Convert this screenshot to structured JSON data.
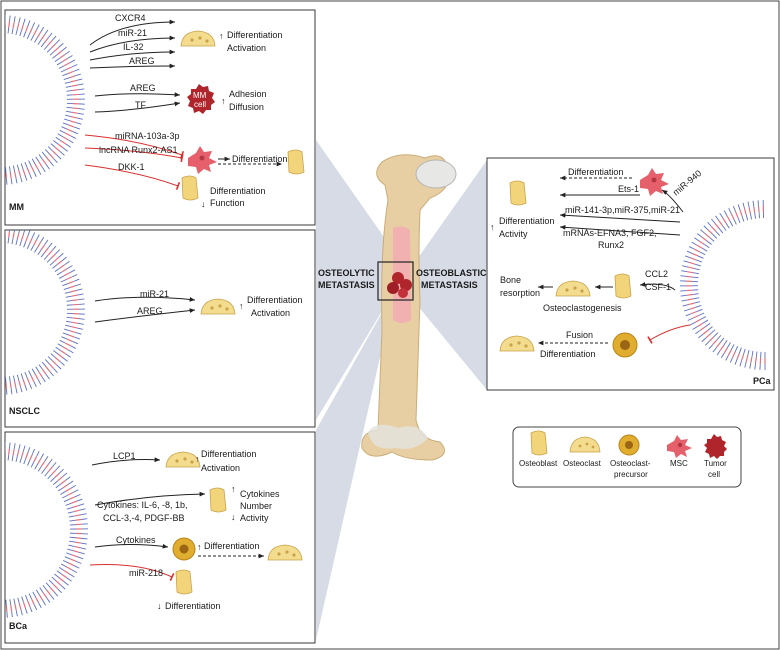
{
  "panels": {
    "mm": {
      "title": "MM",
      "group1": [
        "CXCR4",
        "miR-21",
        "IL-32",
        "AREG"
      ],
      "group1_effect": [
        "Differentiation",
        "Activation"
      ],
      "group2": [
        "AREG",
        "TF"
      ],
      "group2_effect": [
        "Adhesion",
        "Diffusion"
      ],
      "mm_cell_label": [
        "MM",
        "cell"
      ],
      "inhib": [
        "miRNA-103a-3p",
        "lncRNA Runx2-AS1"
      ],
      "msc_effect": "Differentiation",
      "dkk": "DKK-1",
      "dkk_effect": [
        "Differentiation",
        "Function"
      ]
    },
    "nsclc": {
      "title": "NSCLC",
      "factors": [
        "miR-21",
        "AREG"
      ],
      "effect": [
        "Differentiation",
        "Activation"
      ]
    },
    "bca": {
      "title": "BCa",
      "lcp1": "LCP1",
      "lcp1_effect": [
        "Differentiation",
        "Activation"
      ],
      "cytokines_list": [
        "Cytokines: IL-6, -8, 1b,",
        "CCL-3,-4, PDGF-BB"
      ],
      "cytokines_effect": [
        "Cytokines",
        "Number",
        "Activity"
      ],
      "cytokines": "Cytokines",
      "precursor_effect": "Differentiation",
      "mir218": "miR-218",
      "mir218_effect": "Differentiation"
    },
    "pca": {
      "title": "PCa",
      "differentiation": "Differentiation",
      "mir940": "miR-940",
      "ets1": "Ets-1",
      "mir_list": "miR-141-3p,miR-375,miR-21",
      "mrna_list": [
        "mRNAs-EFNA3, FGF2,",
        "Runx2"
      ],
      "ob_effect": [
        "Differentiation",
        "Activity"
      ],
      "ccl2": "CCL2",
      "csf1": "CSF-1",
      "bone_resorption": [
        "Bone",
        "resorption"
      ],
      "osteoclastogenesis": "Osteoclastogenesis",
      "fusion": "Fusion",
      "fusion_diff": "Differentiation"
    }
  },
  "center": {
    "osteolytic": [
      "OSTEOLYTIC",
      "METASTASIS"
    ],
    "osteoblastic": [
      "OSTEOBLASTIC",
      "METASTASIS"
    ]
  },
  "legend": {
    "items": [
      "Osteoblast",
      "Osteoclast",
      [
        "Osteoclast-",
        "precursor"
      ],
      "MSC",
      [
        "Tumor",
        "cell"
      ]
    ]
  },
  "colors": {
    "membrane_blue": "#5b6fc4",
    "membrane_pink": "#e4707e",
    "osteoblast": "#f2d47a",
    "osteoclast": "#f3dc8e",
    "precursor": "#e0ad2e",
    "msc": "#e5606b",
    "tumor": "#b0242c",
    "bone": "#e8cfa3",
    "marrow": "#f2a9b4",
    "inhibition": "#d9302f",
    "wedge": "#d6dbe6"
  }
}
